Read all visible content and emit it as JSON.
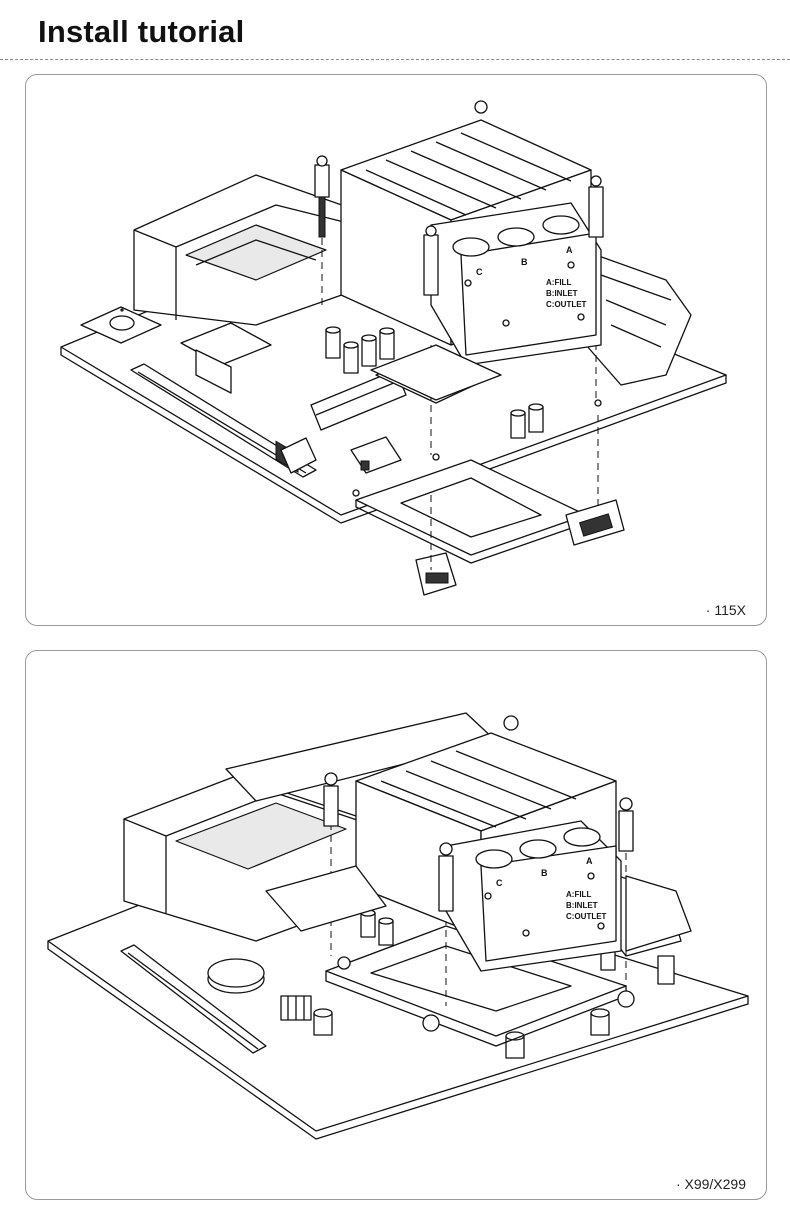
{
  "page": {
    "title": "Install tutorial"
  },
  "panels": [
    {
      "caption": "· 115X",
      "block_labels": {
        "port_a": "A",
        "port_b": "B",
        "port_c": "C",
        "legend_1": "A:FILL",
        "legend_2": "B:INLET",
        "legend_3": "C:OUTLET"
      }
    },
    {
      "caption": "· X99/X299",
      "block_labels": {
        "port_a": "A",
        "port_b": "B",
        "port_c": "C",
        "legend_1": "A:FILL",
        "legend_2": "B:INLET",
        "legend_3": "C:OUTLET"
      }
    }
  ]
}
